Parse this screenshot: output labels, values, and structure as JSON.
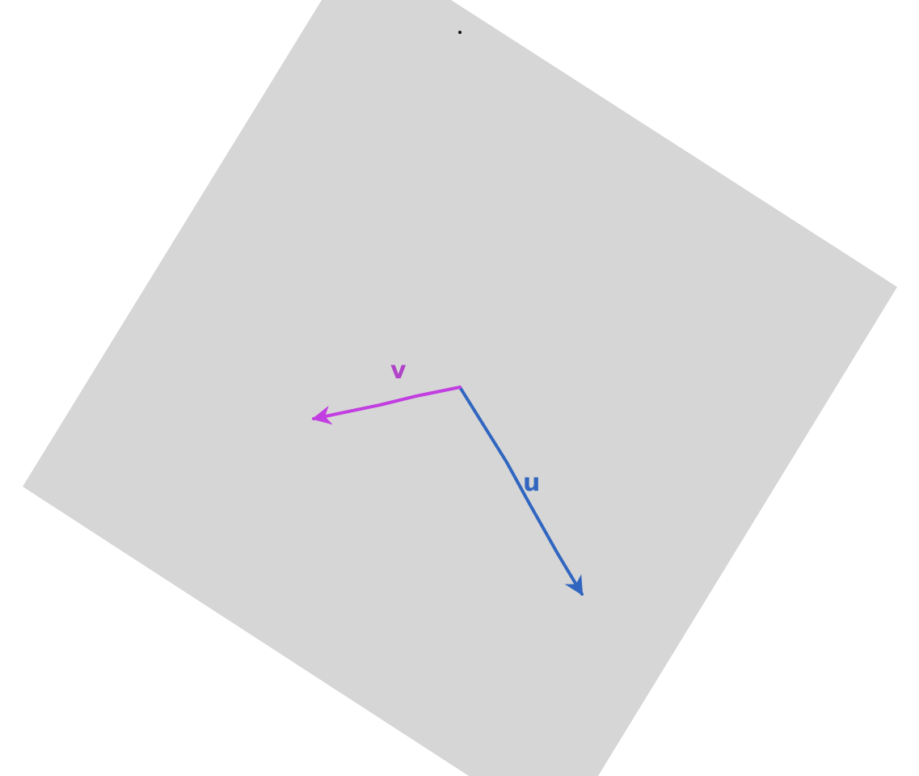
{
  "diagram": {
    "background_color": "#ffffff",
    "plane_color": "#d6d6d6",
    "vectors": [
      {
        "id": "u",
        "label": "u",
        "color": "#3166c0"
      },
      {
        "id": "v",
        "label": "v",
        "color": "#c23ee0"
      }
    ],
    "point_color": "#111111"
  }
}
